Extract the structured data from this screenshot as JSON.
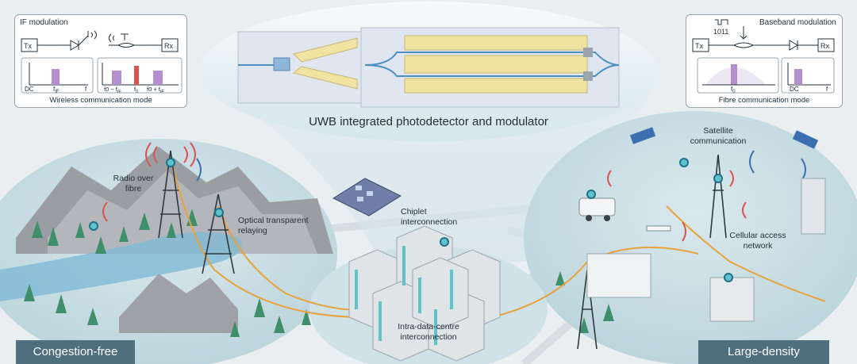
{
  "top_panel": {
    "title": "UWB integrated photodetector and modulator"
  },
  "if_box": {
    "title": "IF modulation",
    "tx": "Tx",
    "rx": "Rx",
    "dc": "DC",
    "f_if": "f",
    "f_if_sub": "IF",
    "f": "f",
    "f0_minus": "f",
    "f0_minus_tail": "0 − f",
    "f0_minus_sub": "IF",
    "f0": "f",
    "f0_sub": "0",
    "f0_plus": "f",
    "f0_plus_tail": "0 + f",
    "f0_plus_sub": "IF",
    "caption": "Wireless communication mode"
  },
  "bb_box": {
    "title": "Baseband modulation",
    "bits": "1011",
    "tx": "Tx",
    "rx": "Rx",
    "f0": "f",
    "f0_sub": "0",
    "dc": "DC",
    "f": "f",
    "caption": "Fibre communication mode"
  },
  "labels": {
    "radio_over_fibre_1": "Radio over",
    "radio_over_fibre_2": "fibre",
    "optical_relaying_1": "Optical transparent",
    "optical_relaying_2": "relaying",
    "chiplet_1": "Chiplet",
    "chiplet_2": "interconnection",
    "intra_dc_1": "Intra-data-centre",
    "intra_dc_2": "interconnection",
    "satellite_1": "Satellite",
    "satellite_2": "communication",
    "cellular_1": "Cellular access",
    "cellular_2": "network"
  },
  "tags": {
    "left": "Congestion-free",
    "right": "Large-density"
  },
  "colors": {
    "background": "#e9eef0",
    "island": "#c9dde3",
    "mountain": "#8f9499",
    "tree": "#3f8f6a",
    "fibre": "#e8a23c",
    "tag": "#4f6e7e",
    "chip_yellow": "#f0e2a0",
    "spectrum_purple": "#b48fd0",
    "signal_red": "#d9534f"
  }
}
